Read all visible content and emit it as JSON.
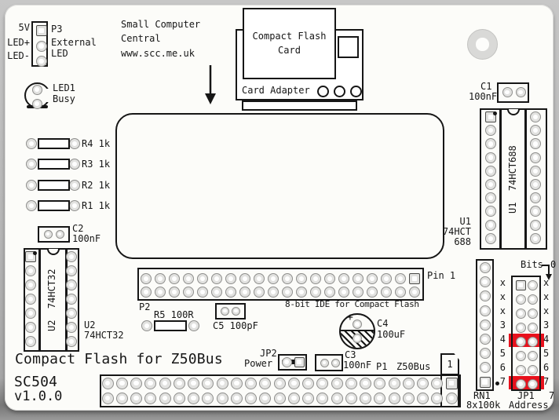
{
  "colors": {
    "silkscreen": "#161616",
    "board": "#fcfcf9",
    "background": "#b6b6b6",
    "highlight": "#e8111c",
    "pad_fill": "#e2e2e0"
  },
  "brand": {
    "line1": "Small Computer",
    "line2": "Central",
    "url": "www.scc.me.uk"
  },
  "title": {
    "main": "Compact Flash for Z50Bus",
    "board_id": "SC504",
    "version": "v1.0.0"
  },
  "p3": {
    "label": "P3",
    "pin1": "5V",
    "pin2": "LED+",
    "pin3": "LED-",
    "desc1": "External",
    "desc2": "LED"
  },
  "led1": {
    "label": "LED1",
    "desc": "Busy"
  },
  "cf_card": {
    "line1": "Compact Flash",
    "line2": "Card"
  },
  "adapter": {
    "label": "Card Adapter"
  },
  "c1": {
    "label": "C1",
    "value": "100nF"
  },
  "u1": {
    "silk": "U1  74HCT688",
    "out1": "U1",
    "out2": "74HCT",
    "out3": "688"
  },
  "resistors": [
    {
      "label": "R4 1k"
    },
    {
      "label": "R3 1k"
    },
    {
      "label": "R2 1k"
    },
    {
      "label": "R1 1k"
    }
  ],
  "c2": {
    "label": "C2",
    "value": "100nF"
  },
  "u2": {
    "silk": "U2  74HCT32",
    "out1": "U2",
    "out2": "74HCT32"
  },
  "p2": {
    "label": "P2",
    "pin1": "Pin 1",
    "desc": "8-bit IDE for Compact Flash"
  },
  "r5": {
    "label": "R5 100R"
  },
  "c5": {
    "label": "C5 100pF"
  },
  "c4": {
    "label": "C4",
    "value": "100uF",
    "polarity": "+"
  },
  "jp2": {
    "label": "JP2",
    "desc": "Power"
  },
  "c3": {
    "label": "C3",
    "value": "100nF"
  },
  "p1": {
    "label": "P1",
    "bus": "Z50Bus",
    "pin1": "1"
  },
  "rn1": {
    "label": "RN1",
    "value": "8x100k"
  },
  "jp1": {
    "label": "JP1",
    "desc": "Address",
    "bits": "Bits",
    "bit_first": "0",
    "bit_last": "7",
    "rows_left": [
      "x",
      "x",
      "x",
      "3",
      "4",
      "5",
      "6",
      "7"
    ],
    "rows_right": [
      "x",
      "x",
      "x",
      "3",
      "4",
      "5",
      "6",
      "7"
    ]
  }
}
